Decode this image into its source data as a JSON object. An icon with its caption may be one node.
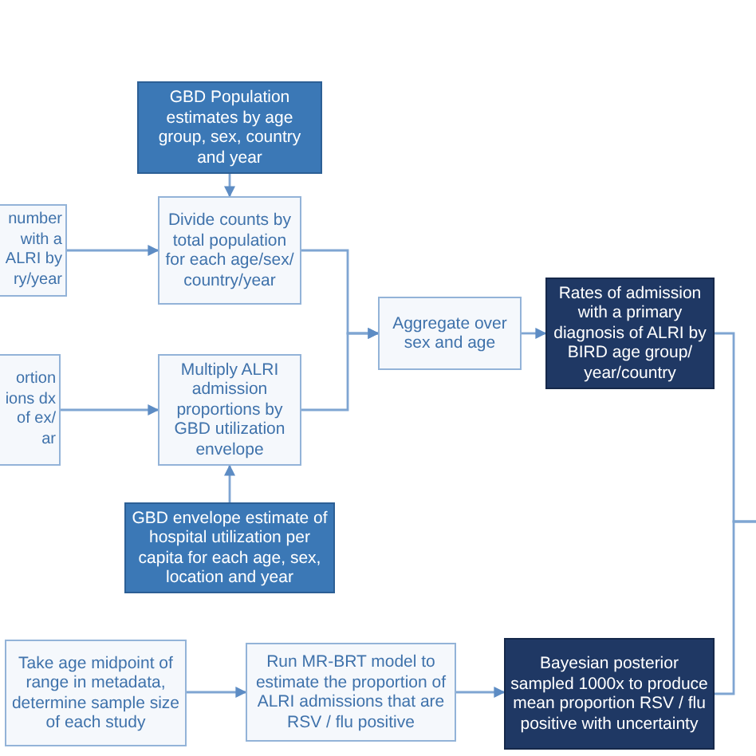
{
  "diagram": {
    "nodes": [
      {
        "text": [
          "GBD Population estimates by age group, sex, country and year"
        ]
      },
      {
        "text": [
          "number with a ALRI by ry/year"
        ]
      },
      {
        "text": [
          "Divide counts by total population for each age/sex/ country/year"
        ]
      },
      {
        "text": [
          "Aggregate over sex and age"
        ]
      },
      {
        "text": [
          "Rates of admission with a primary diagnosis of ALRI by BIRD age group/ year/country"
        ]
      },
      {
        "text": [
          "ortion ions dx of ex/ ar"
        ]
      },
      {
        "text": [
          "Multiply ALRI admission proportions by GBD utilization envelope"
        ]
      },
      {
        "text": [
          "GBD envelope estimate of hospital utilization per capita for each age, sex, location and year"
        ]
      },
      {
        "text": [
          "Take age midpoint of range in metadata, determine sample size of each study"
        ]
      },
      {
        "text": [
          "Run MR-BRT model to estimate the proportion of ALRI admissions that are RSV / flu positive"
        ]
      },
      {
        "text": [
          "Bayesian posterior sampled 1000x to produce mean proportion RSV / flu positive with uncertainty"
        ]
      }
    ],
    "edges": [
      {
        "from": 0,
        "to": 2,
        "arrow": "to"
      },
      {
        "from": 1,
        "to": 2,
        "arrow": "to"
      },
      {
        "from": 2,
        "to": 3,
        "arrow": "to"
      },
      {
        "from": 3,
        "to": 4,
        "arrow": "to"
      },
      {
        "from": 5,
        "to": 6,
        "arrow": "to"
      },
      {
        "from": 6,
        "to": 3,
        "arrow": "to"
      },
      {
        "from": 7,
        "to": 6,
        "arrow": "to"
      },
      {
        "from": 8,
        "to": 9,
        "arrow": "to"
      },
      {
        "from": 9,
        "to": 10,
        "arrow": "to"
      },
      {
        "from": 4,
        "to": null,
        "arrow": "none"
      },
      {
        "from": 10,
        "to": null,
        "arrow": "none"
      }
    ]
  }
}
